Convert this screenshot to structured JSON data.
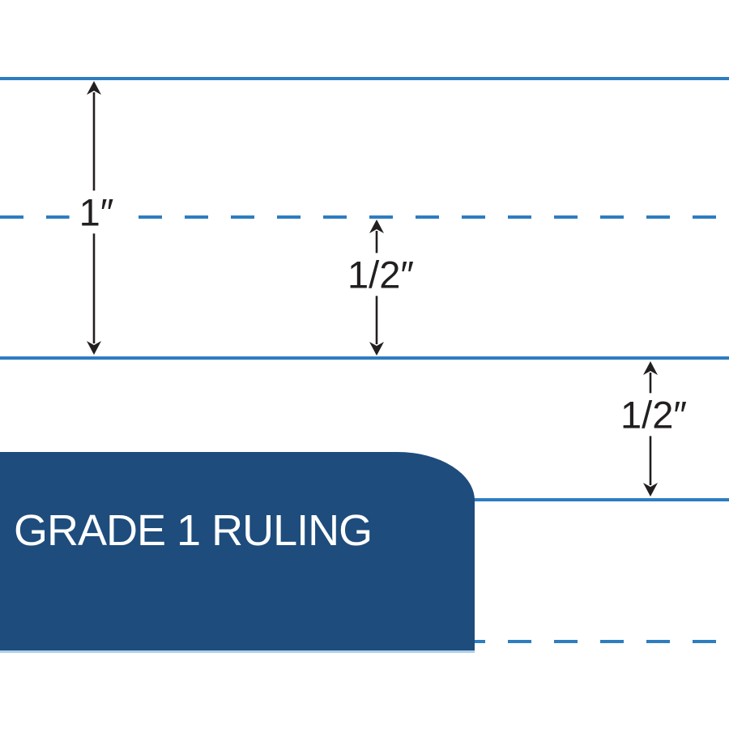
{
  "badge": {
    "label": "GRADE 1 RULING"
  },
  "measurements": {
    "one_inch": {
      "label": "1″"
    },
    "half_inch_midline": {
      "label": "1/2″"
    },
    "half_inch_gap": {
      "label": "1/2″"
    }
  },
  "ruling_pattern": [
    "solid",
    "dashed",
    "solid",
    "solid",
    "dashed"
  ],
  "colors": {
    "paper-white": "#ffffff",
    "rule-blue": "#2e7dc0",
    "badge-navy": "#1e4c7c",
    "badge-text": "#ffffff",
    "badge-underline": "#aecfe9",
    "arrow-ink": "#231f20"
  }
}
